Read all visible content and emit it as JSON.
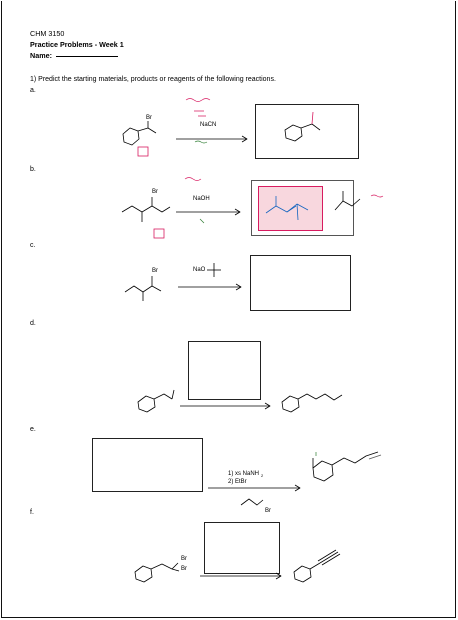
{
  "header": {
    "course": "CHM 3150",
    "subtitle": "Practice Problems - Week 1",
    "name_label": "Name:"
  },
  "question": {
    "number_text": "1)  Predict the starting materials, products or reagents of the following reactions."
  },
  "parts": [
    {
      "label": "a.",
      "reagent_lines": [
        "NaCN"
      ],
      "substituents": [
        "Br"
      ]
    },
    {
      "label": "b.",
      "reagent_lines": [
        "NaOH"
      ],
      "substituents": [
        "Br"
      ]
    },
    {
      "label": "c.",
      "reagent_lines": [
        "NaO"
      ],
      "substituents": [
        "Br"
      ]
    },
    {
      "label": "d.",
      "reagent_lines": [],
      "substituents": []
    },
    {
      "label": "e.",
      "reagent_lines": [
        "1) xs NaNH",
        "2) EtBr"
      ],
      "substituents": [
        "Br"
      ]
    },
    {
      "label": "f.",
      "reagent_lines": [],
      "substituents": [
        "Br",
        "Br"
      ]
    }
  ],
  "colors": {
    "ink": "#000000",
    "annotation_pink": "#d81b60",
    "annotation_green": "#2e7d32",
    "answer_box_fill": "#f8d7de"
  }
}
